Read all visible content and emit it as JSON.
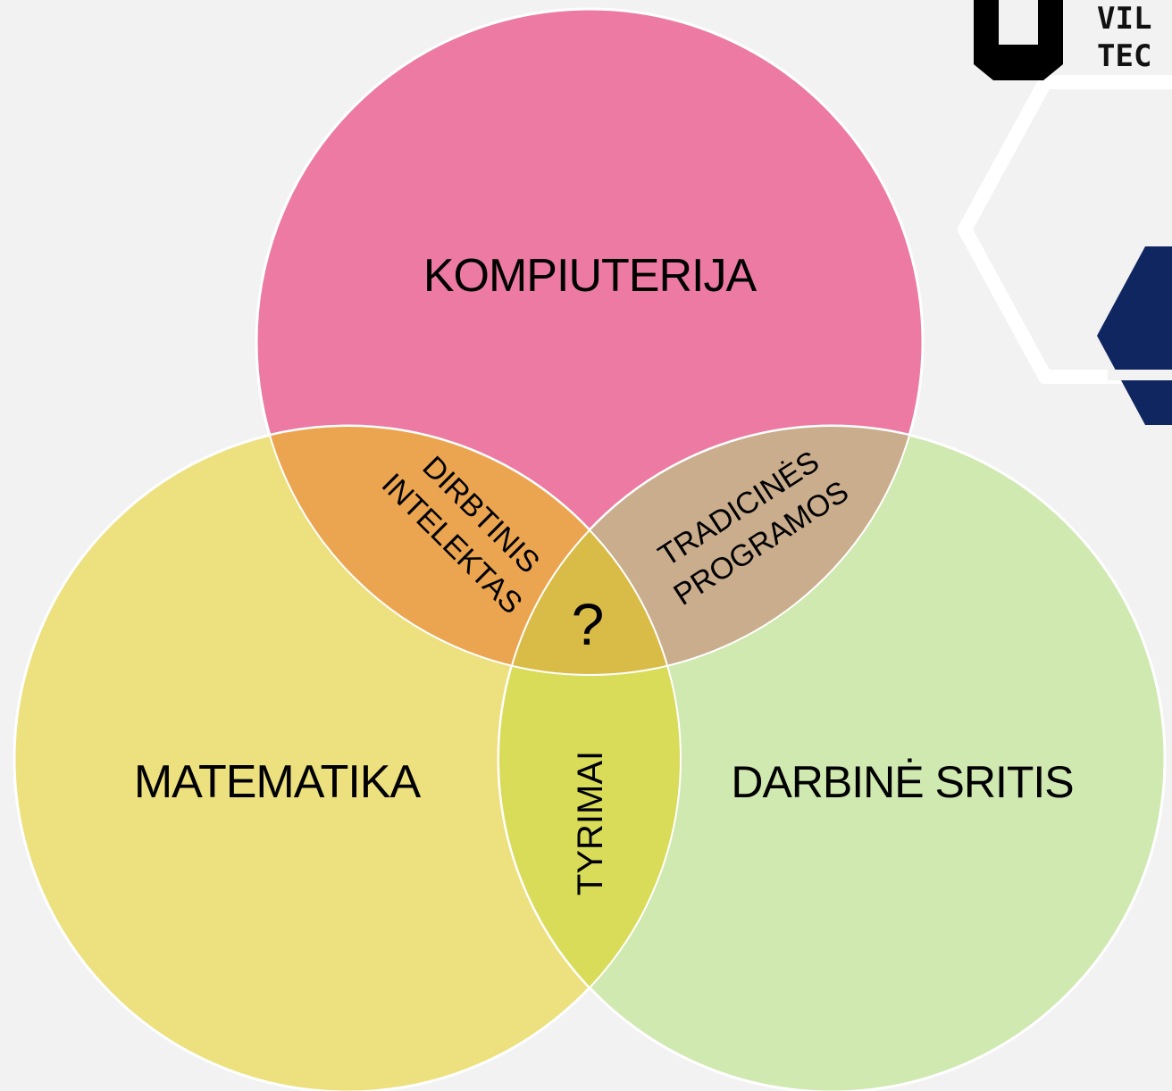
{
  "diagram": {
    "circles": {
      "top": {
        "label": "KOMPIUTERIJA",
        "color": "#ec7aa3"
      },
      "left": {
        "label": "MATEMATIKA",
        "color": "#ede07e"
      },
      "right": {
        "label": "DARBINĖ SRITIS",
        "color": "#cfe9b1"
      }
    },
    "intersections": {
      "top_left": {
        "line1": "DIRBTINIS",
        "line2": "INTELEKTAS",
        "color": "#eba550"
      },
      "top_right": {
        "line1": "TRADICINĖS",
        "line2": "PROGRAMOS",
        "color": "#caad8c"
      },
      "left_right": {
        "label": "TYRIMAI",
        "color": "#d9dc58"
      },
      "center": {
        "label": "?",
        "color": "#d9bc48"
      }
    }
  },
  "branding": {
    "logo_lines": [
      "VIL",
      "TEC"
    ],
    "accent_color": "#0f2660",
    "outline_color": "#ffffff"
  }
}
